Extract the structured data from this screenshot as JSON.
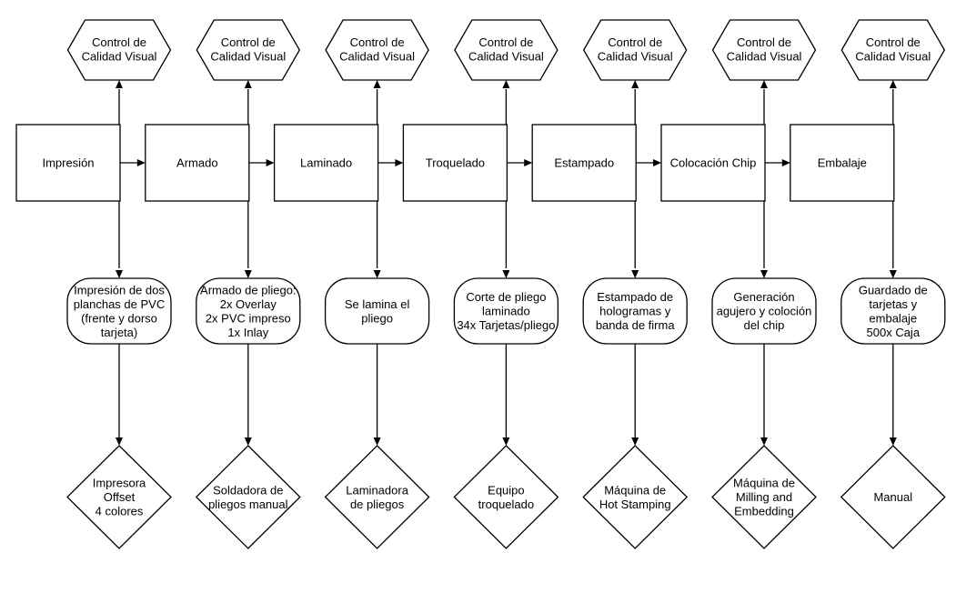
{
  "columns": [
    {
      "qc": [
        "Control  de",
        "Calidad Visual"
      ],
      "process": [
        "Impresión"
      ],
      "desc": [
        "Impresión de dos",
        "planchas de PVC",
        "(frente y dorso",
        "tarjeta)"
      ],
      "machine": [
        "Impresora",
        "Offset",
        "4 colores"
      ]
    },
    {
      "qc": [
        "Control  de",
        "Calidad Visual"
      ],
      "process": [
        "Armado"
      ],
      "desc": [
        "Armado de pliego:",
        "2x Overlay",
        "2x PVC impreso",
        "1x Inlay"
      ],
      "machine": [
        "Soldadora de",
        "pliegos manual"
      ]
    },
    {
      "qc": [
        "Control  de",
        "Calidad Visual"
      ],
      "process": [
        "Laminado"
      ],
      "desc": [
        "Se lamina el",
        "pliego"
      ],
      "machine": [
        "Laminadora",
        "de pliegos"
      ]
    },
    {
      "qc": [
        "Control  de",
        "Calidad Visual"
      ],
      "process": [
        "Troquelado"
      ],
      "desc": [
        "Corte de pliego",
        "laminado",
        "34x Tarjetas/pliego"
      ],
      "machine": [
        "Equipo",
        "troquelado"
      ]
    },
    {
      "qc": [
        "Control  de",
        "Calidad Visual"
      ],
      "process": [
        "Estampado"
      ],
      "desc": [
        "Estampado de",
        "hologramas y",
        "banda de firma"
      ],
      "machine": [
        "Máquina de",
        "Hot Stamping"
      ]
    },
    {
      "qc": [
        "Control  de",
        "Calidad Visual"
      ],
      "process": [
        "Colocación Chip"
      ],
      "desc": [
        "Generación",
        "agujero y coloción",
        "del chip"
      ],
      "machine": [
        "Máquina de",
        "Milling and",
        "Embedding"
      ]
    },
    {
      "qc": [
        "Control  de",
        "Calidad Visual"
      ],
      "process": [
        "Embalaje"
      ],
      "desc": [
        "Guardado de",
        "tarjetas y",
        "embalaje",
        "500x Caja"
      ],
      "machine": [
        "Manual"
      ]
    }
  ]
}
